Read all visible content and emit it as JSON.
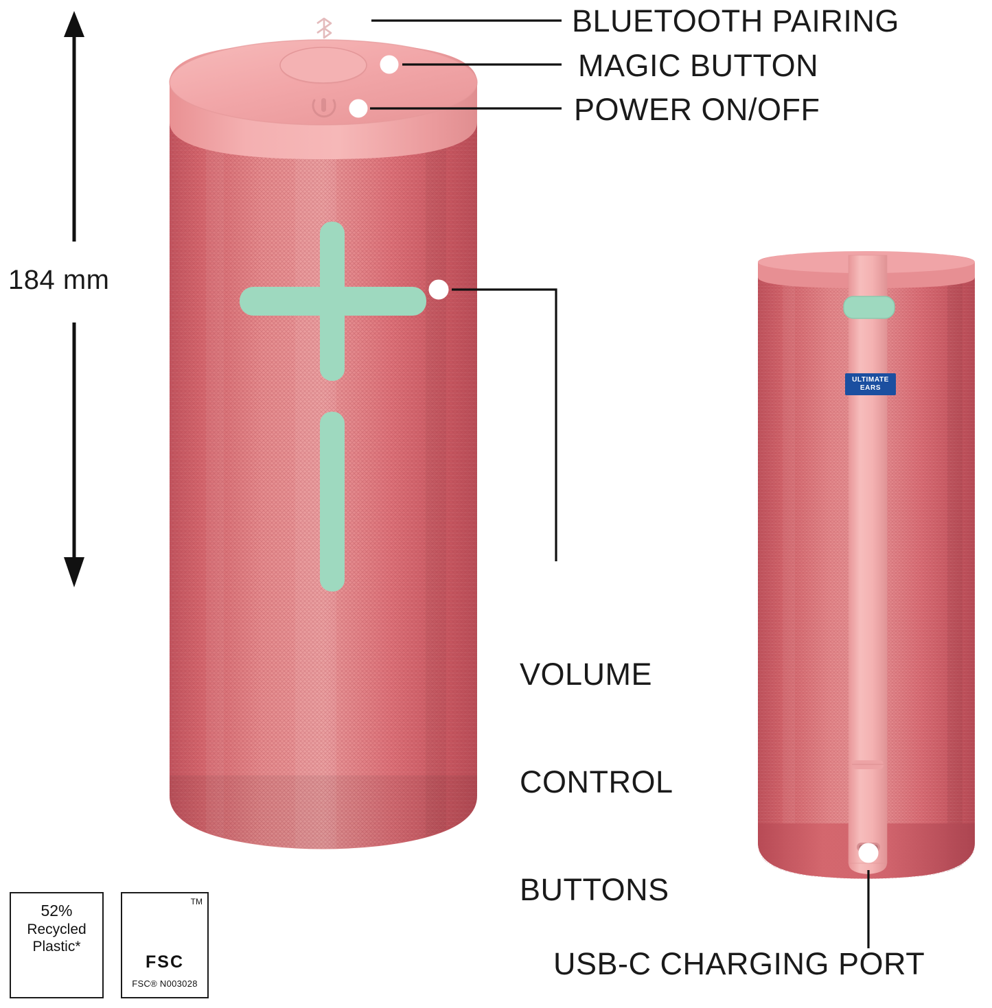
{
  "product": {
    "name": "Ultimate Ears portable bluetooth speaker",
    "brand_badge_line1": "ULTIMATE",
    "brand_badge_line2": "EARS",
    "body_color": "#d4636b",
    "top_color": "#f2a9ac",
    "accent_color": "#9ed9bf",
    "badge_color": "#1b4fa0"
  },
  "callouts": {
    "bluetooth": "BLUETOOTH PAIRING",
    "magic": "MAGIC BUTTON",
    "power": "POWER ON/OFF",
    "volume_line1": "VOLUME",
    "volume_line2": "CONTROL",
    "volume_line3": "BUTTONS",
    "usb": "USB-C CHARGING PORT"
  },
  "dimension": {
    "height_label": "184 mm"
  },
  "badges": {
    "recycled": {
      "percent": "52%",
      "line2": "Recycled",
      "line3": "Plastic*"
    },
    "fsc": {
      "trademark": "TM",
      "name": "FSC",
      "code": "FSC® N003028"
    }
  }
}
